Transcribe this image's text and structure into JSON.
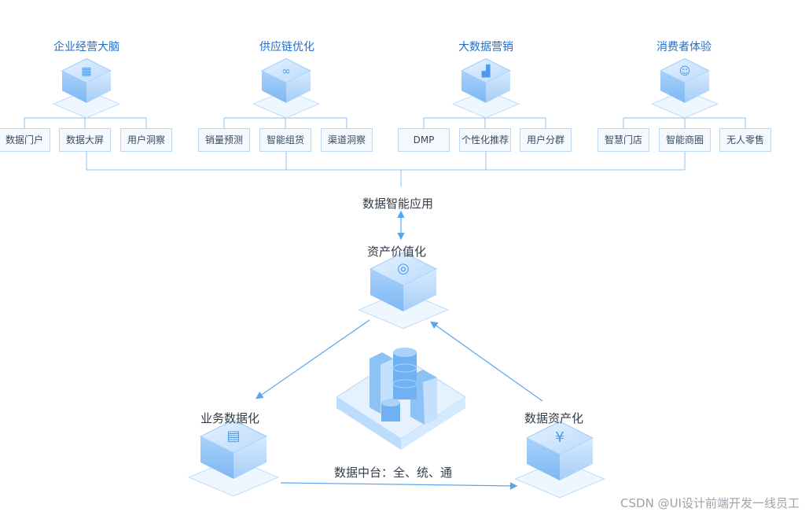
{
  "categories": [
    {
      "title": "企业经营大脑",
      "icon": "building-icon",
      "items": [
        "数据门户",
        "数据大屏",
        "用户洞察"
      ]
    },
    {
      "title": "供应链优化",
      "icon": "link-icon",
      "items": [
        "销量预测",
        "智能组货",
        "渠道洞察"
      ]
    },
    {
      "title": "大数据营销",
      "icon": "chart-icon",
      "items": [
        "DMP",
        "个性化推荐",
        "用户分群"
      ]
    },
    {
      "title": "消费者体验",
      "icon": "user-icon",
      "items": [
        "智慧门店",
        "智能商圈",
        "无人零售"
      ]
    }
  ],
  "app_layer_label": "数据智能应用",
  "asset_value_label": "资产价值化",
  "business_data_label": "业务数据化",
  "data_asset_label": "数据资产化",
  "center_label": "数据中台：全、统、通",
  "watermark": "CSDN @UI设计前端开发一线员工",
  "colors": {
    "accent": "#1f6fd1",
    "line": "#8cc1f2",
    "box_border": "#bcd8f5",
    "cube_top": "#cfe6ff",
    "cube_side": "#8fc1f5"
  }
}
